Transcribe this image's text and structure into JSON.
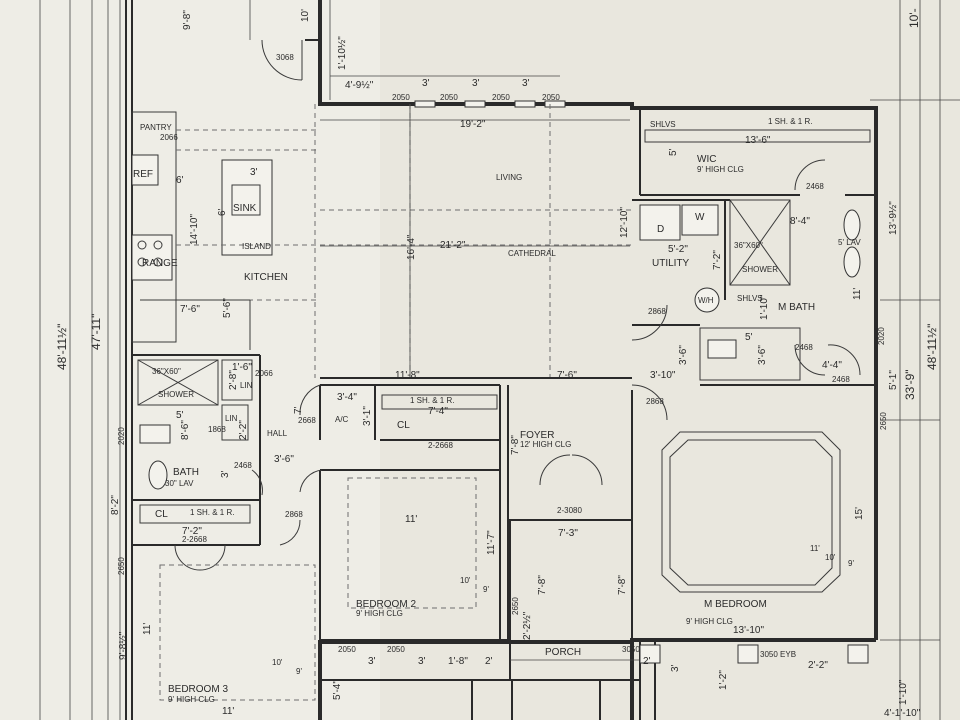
{
  "rooms": {
    "living": "LIVING",
    "kitchen": "KITCHEN",
    "pantry": "PANTRY",
    "ref": "REF",
    "sink": "SINK",
    "island": "ISLAND",
    "range": "RANGE",
    "cathedral": "CATHEDRAL",
    "wic": "WIC",
    "wic_clg": "9' HIGH CLG",
    "utility": "UTILITY",
    "d": "D",
    "w": "W",
    "wh": "W/H",
    "mbath": "M BATH",
    "shower_m": "SHOWER",
    "shower_m_size": "36\"X60\"",
    "shlvs_top": "SHLVS",
    "shlvs_mbath": "SHLVS",
    "sh_top": "1 SH. & 1 R.",
    "lav_m": "5' LAV",
    "foyer": "FOYER",
    "foyer_clg": "12' HIGH CLG",
    "ac": "A/C",
    "cl_hall": "CL",
    "cl_sh": "1 SH. & 1 R.",
    "hall": "HALL",
    "lin_top": "LIN",
    "lin_mid": "LIN",
    "bath": "BATH",
    "lav_bath": "30\" LAV",
    "shower_b": "SHOWER",
    "shower_b_size": "36\"X60\"",
    "cl_b3": "CL",
    "cl_b3_sh": "1 SH. & 1 R.",
    "bedroom2": "BEDROOM 2",
    "bedroom2_clg": "9' HIGH CLG",
    "bedroom3": "BEDROOM 3",
    "bedroom3_clg": "9' HIGH CLG",
    "mbedroom": "M BEDROOM",
    "mbedroom_clg": "9' HIGH CLG",
    "porch": "PORCH",
    "eyb": "3050 EYB"
  },
  "dims": {
    "d_9_8": "9'-8\"",
    "d_10_top": "10'",
    "d_10_right": "10'-",
    "d_3068": "3068",
    "d_1_10h": "1'-10½\"",
    "d_4_9h": "4'-9½\"",
    "d_3a": "3'",
    "d_3b": "3'",
    "d_3c": "3'",
    "d_2050a": "2050",
    "d_2050b": "2050",
    "d_2050c": "2050",
    "d_2050d": "2050",
    "d_2066p": "2066",
    "d_19_2": "19'-2\"",
    "d_13_6": "13'-6\"",
    "d_5_wic": "5'",
    "d_2468_wic": "2468",
    "d_13_9h": "13'-9½\"",
    "d_6a": "6'",
    "d_3_kit": "3'",
    "d_6b": "6'",
    "d_14_10": "14'-10\"",
    "d_16_4": "16'-4\"",
    "d_21_2": "21'-2\"",
    "d_12_10": "12'-10\"",
    "d_5_2": "5'-2\"",
    "d_7_2": "7'-2\"",
    "d_8_4": "8'-4\"",
    "d_11_mb": "11'",
    "d_1_10_sh": "1'-10\"",
    "d_7_6a": "7'-6\"",
    "d_5_6": "5'-6\"",
    "d_48_11h": "48'-11½\"",
    "d_47_11": "47'-11\"",
    "d_2868a": "2868",
    "d_3_6a": "3'-6\"",
    "d_5_wc": "5'",
    "d_3_6b": "3'-6\"",
    "d_2468b": "2468",
    "d_4_4": "4'-4\"",
    "d_2468c": "2468",
    "d_2020": "2020",
    "d_5_1": "5'-1\"",
    "d_33_9": "33'-9\"",
    "d_48_11h_r": "48'-11½\"",
    "d_1_6": "1'-6\"",
    "d_2066b": "2066",
    "d_2_8": "2'-8\"",
    "d_11_8": "11'-8\"",
    "d_7_6b": "7'-6\"",
    "d_3_10": "3'-10\"",
    "d_2868b": "2868",
    "d_3_4": "3'-4\"",
    "d_7_4": "7'-4\"",
    "d_3_1": "3'-1\"",
    "d_2668a": "2668",
    "d_7_hall": "7'",
    "d_2_2668": "2-2668",
    "d_1868": "1868",
    "d_2_2": "2'-2\"",
    "d_5_bath": "5'",
    "d_8_6": "8'-6\"",
    "d_2020b": "2020",
    "d_3_bath": "3'",
    "d_2468d": "2468",
    "d_3_6c": "3'-6\"",
    "d_2868c": "2868",
    "d_7_8a": "7'-8\"",
    "d_2650a": "2650",
    "d_15": "15'",
    "d_2_3080": "2-3080",
    "d_8_2": "8'-2\"",
    "d_11_b2": "11'",
    "d_11_7": "11'-7\"",
    "d_7_3": "7'-3\"",
    "d_7_8b": "7'-8\"",
    "d_7_8c": "7'-8\"",
    "d_11_small": "11'",
    "d_10_small": "10'",
    "d_9_small": "9'",
    "d_10_b2": "10'",
    "d_9_b2": "9'",
    "d_7_2_cl": "7'-2\"",
    "d_2_2668b": "2-2668",
    "d_2650b": "2650",
    "d_9_8h": "9'-8½\"",
    "d_11_b3": "11'",
    "d_2650c": "2650",
    "d_2_2h": "2'-2½\"",
    "d_13_10": "13'-10\"",
    "d_2050e": "2050",
    "d_2050f": "2050",
    "d_3_porch": "3'",
    "d_3_porch2": "3'",
    "d_1_8": "1'-8\"",
    "d_2_porch": "2'",
    "d_3050": "3050",
    "d_2_mb": "2'",
    "d_3_mb": "3'",
    "d_1_2": "1'-2\"",
    "d_2_2b": "2'-2\"",
    "d_1_10b": "1'-10\"",
    "d_10_b3": "10'",
    "d_9_b3": "9'",
    "d_5_4": "5'-4\"",
    "d_11_bottom": "11'",
    "d_4_1_10": "4'-1'-10\""
  }
}
